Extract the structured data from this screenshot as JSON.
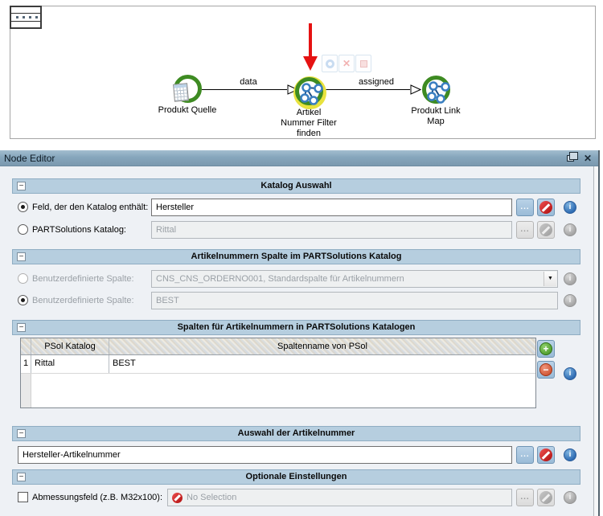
{
  "workflow": {
    "nodes": {
      "source": {
        "label": "Produkt Quelle"
      },
      "filter": {
        "label_line1": "Artikel",
        "label_line2": "Nummer Filter",
        "label_line3": "finden"
      },
      "map": {
        "label_line1": "Produkt Link",
        "label_line2": "Map"
      }
    },
    "edges": {
      "first": {
        "label": "data"
      },
      "second": {
        "label": "assigned"
      }
    }
  },
  "node_editor": {
    "title": "Node Editor",
    "sections": {
      "katalog": {
        "title": "Katalog Auswahl",
        "field_row": {
          "label": "Feld, der den Katalog enthält:",
          "value": "Hersteller"
        },
        "catalog_row": {
          "label": "PARTSolutions Katalog:",
          "value": "Rittal"
        }
      },
      "artikelnummern": {
        "title": "Artikelnummern Spalte im PARTSolutions Katalog",
        "standard_row": {
          "label": "Benutzerdefinierte Spalte:",
          "value": "CNS_CNS_ORDERNO001, Standardspalte für Artikelnummern"
        },
        "custom_row": {
          "label": "Benutzerdefinierte Spalte:",
          "value": "BEST"
        }
      },
      "spalten": {
        "title": "Spalten für Artikelnummern in PARTSolutions Katalogen",
        "table": {
          "col_catalog": "PSol Katalog",
          "col_column": "Spaltenname von PSol",
          "rows": [
            {
              "num": "1",
              "catalog": "Rittal",
              "column": "BEST"
            }
          ]
        }
      },
      "auswahl": {
        "title": "Auswahl der Artikelnummer",
        "value": "Hersteller-Artikelnummer"
      },
      "optional": {
        "title": "Optionale Einstellungen",
        "checkbox_label": "Abmessungsfeld (z.B. M32x100):",
        "value": "No Selection"
      }
    }
  },
  "icons": {
    "collapse": "−",
    "browse": "...",
    "dropdown": "▼",
    "close": "✕",
    "cancel": "✕",
    "info": "i",
    "add": "+",
    "remove": "−"
  },
  "colors": {
    "titlebar": "#86a6bc",
    "section_header": "#b6cedf",
    "button_blue": "#a9c7e0",
    "node_ring_green": "#3e8b22",
    "selection_yellow": "#e8e23e",
    "error_red": "#c32020",
    "info_blue": "#2f6cb3",
    "annotation_arrow_red": "#e51212"
  }
}
